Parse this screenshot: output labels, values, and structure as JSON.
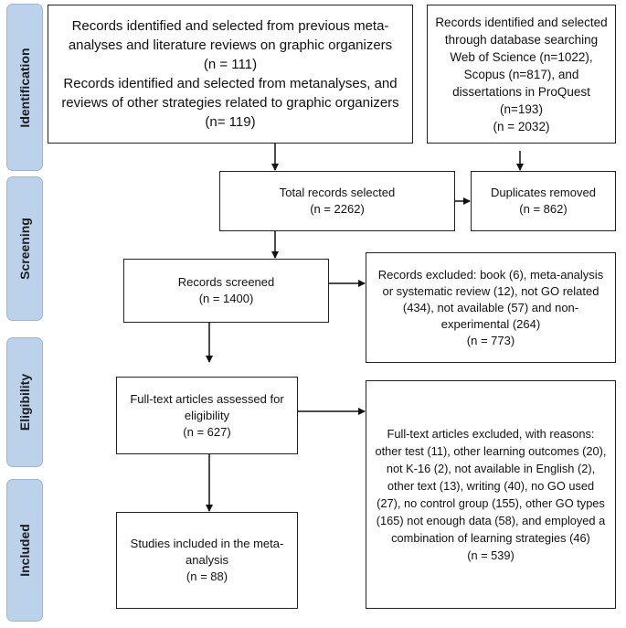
{
  "stages": {
    "identification": "Identification",
    "screening": "Screening",
    "eligibility": "Eligibility",
    "included": "Included"
  },
  "boxes": {
    "previous_records": {
      "line1": "Records identified and selected from previous meta-analyses and literature reviews on graphic organizers",
      "count1": "(n = 111)",
      "line2": "Records identified and selected from metanalyses, and reviews of other strategies related to graphic organizers (n= 119)"
    },
    "database_records": {
      "text": "Records identified and selected through database searching Web of Science (n=1022), Scopus (n=817), and dissertations in ProQuest (n=193)",
      "count": "(n = 2032)"
    },
    "total_selected": {
      "text": "Total records selected",
      "count": "(n = 2262)"
    },
    "duplicates": {
      "text": "Duplicates removed",
      "count": "(n = 862)"
    },
    "screened": {
      "text": "Records screened",
      "count": "(n = 1400)"
    },
    "excluded_screening": {
      "text": "Records excluded: book (6), meta-analysis or systematic review (12), not GO related (434), not available (57) and non-experimental (264)",
      "count": "(n = 773)"
    },
    "fulltext_assessed": {
      "text": "Full-text articles assessed for eligibility",
      "count": "(n = 627)"
    },
    "fulltext_excluded": {
      "text": "Full-text articles excluded, with reasons: other test (11), other learning outcomes (20), not K-16 (2), not available in English (2), other text (13), writing (40), no GO used (27), no control group (155), other GO types (165) not enough data (58), and employed a combination of learning strategies (46)",
      "count": "(n = 539)"
    },
    "included_studies": {
      "text": "Studies included in the meta-analysis",
      "count": "(n = 88)"
    }
  }
}
